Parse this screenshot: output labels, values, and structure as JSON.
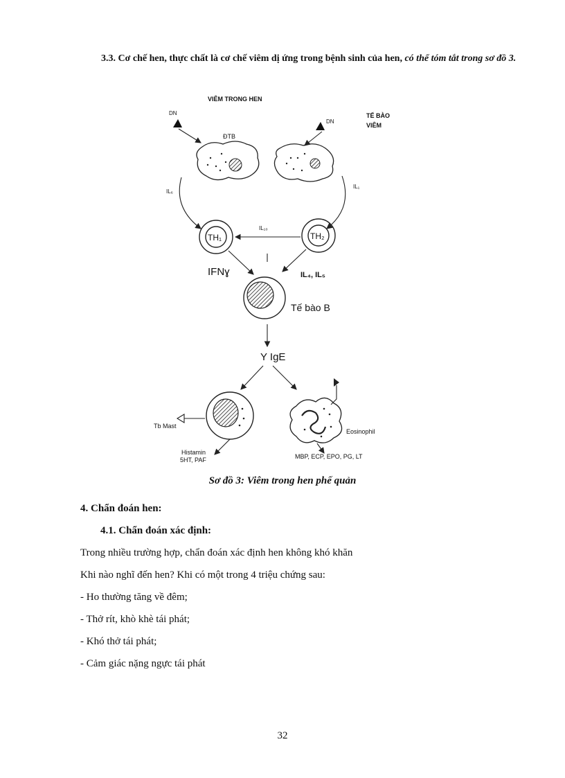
{
  "section_3_3": {
    "bold_text": "3.3. Cơ chế hen, thực chất là cơ chế viêm dị ứng trong bệnh sinh của hen,",
    "italic_text": " có thể tóm tắt trong sơ đồ 3."
  },
  "diagram": {
    "title": "VIÊM TRONG HEN",
    "corner_label_1": "TẾ BÀO",
    "corner_label_2": "VIÊM",
    "dn_left": "DN",
    "dn_right": "DN",
    "dtb": "ĐTB",
    "il6": "IL₆",
    "il1": "IL₁",
    "il10": "IL₁₀",
    "th1": "TH₁",
    "th2": "TH₂",
    "ifn": "IFNɣ",
    "il45": "IL₄, IL₅",
    "b_cell": "Tế bào B",
    "ige": "Y IgE",
    "tb_mast": "Tb Mast",
    "eosinophil": "Eosinophil",
    "histamin_1": "Histamin",
    "histamin_2": "5HT, PAF",
    "mediators": "MBP, ECP, EPO, PG, LT"
  },
  "caption": "Sơ đồ 3: Viêm trong hen phế quản",
  "heading_4": "4. Chẩn đoán hen:",
  "heading_4_1": "4.1. Chẩn đoán xác định:",
  "body_lines": [
    "Trong nhiều trường hợp, chẩn đoán xác định hen không khó khăn",
    "Khi nào nghĩ đến hen? Khi có một trong 4 triệu chứng sau:",
    "- Ho thường tăng về đêm;",
    "- Thở rít, khò khè tái phát;",
    "- Khó thở tái phát;",
    "- Cảm giác nặng ngực tái phát"
  ],
  "page_number": "32"
}
